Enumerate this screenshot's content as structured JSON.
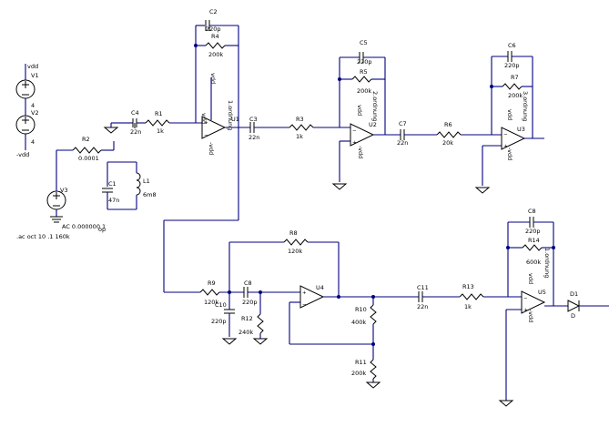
{
  "colors": {
    "wire": "#000080",
    "component": "#000000",
    "background": "#ffffff"
  },
  "sources": {
    "V1": {
      "name": "V1",
      "top_label": "vdd",
      "bottom_value": "4"
    },
    "V2": {
      "name": "V2",
      "bottom_label": "-vdd",
      "value": "4"
    },
    "V3": {
      "name": "V3",
      "value": "AC 0.000000 1",
      "suffix": "op"
    }
  },
  "directive": ".ac oct 10 .1 160k",
  "resistors": {
    "R1": {
      "name": "R1",
      "value": "1k"
    },
    "R2": {
      "name": "R2",
      "value": "0.0001"
    },
    "R3": {
      "name": "R3",
      "value": "1k"
    },
    "R4": {
      "name": "R4",
      "value": "200k"
    },
    "R5": {
      "name": "R5",
      "value": "200k"
    },
    "R6": {
      "name": "R6",
      "value": "20k"
    },
    "R7": {
      "name": "R7",
      "value": "200k"
    },
    "R8": {
      "name": "R8",
      "value": "120k"
    },
    "R9": {
      "name": "R9",
      "value": "120k"
    },
    "R10": {
      "name": "R10",
      "value": "400k"
    },
    "R11": {
      "name": "R11",
      "value": "200k"
    },
    "R12": {
      "name": "R12",
      "value": "240k"
    },
    "R13": {
      "name": "R13",
      "value": "1k"
    },
    "R14": {
      "name": "R14",
      "value": "600k"
    }
  },
  "capacitors": {
    "C1": {
      "name": "C1",
      "value": "47n"
    },
    "C2": {
      "name": "C2",
      "value": "220p"
    },
    "C3": {
      "name": "C3",
      "value": "22n"
    },
    "C4": {
      "name": "C4",
      "value": "22n"
    },
    "C5": {
      "name": "C5",
      "value": "220p"
    },
    "C6": {
      "name": "C6",
      "value": "220p"
    },
    "C7": {
      "name": "C7",
      "value": "22n"
    },
    "C8_top": {
      "name": "C8",
      "value": "220p"
    },
    "C8_bottom": {
      "name": "C8",
      "value": "220p"
    },
    "C10": {
      "name": "C10",
      "value": "220p"
    },
    "C11": {
      "name": "C11",
      "value": "22n"
    }
  },
  "inductor": {
    "name": "L1",
    "value": "6m8"
  },
  "opamps": {
    "U1": {
      "name": "U1",
      "supply_top": "vdd",
      "supply_bottom": "-vdd",
      "note": "1.ordnung"
    },
    "U2": {
      "name": "U2",
      "supply_top": "vdd",
      "supply_bottom": "-vdd",
      "note": "2.ordnung"
    },
    "U3": {
      "name": "U3",
      "supply_top": "vdd",
      "supply_bottom": "-vdd",
      "note": "3.ordnung"
    },
    "U4": {
      "name": "U4"
    },
    "U5": {
      "name": "U5",
      "supply_top": "vdd",
      "supply_bottom": "-vdd",
      "note": "1.ordnung"
    }
  },
  "diode": {
    "name": "D1",
    "model": "D"
  },
  "net_labels": {
    "vdd": "vdd",
    "neg_vdd": "-vdd"
  }
}
